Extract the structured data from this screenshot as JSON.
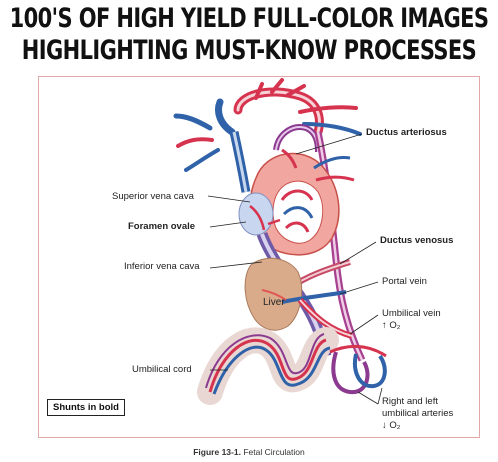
{
  "header": {
    "line1": "100'S OF HIGH YIELD FULL-COLOR IMAGES",
    "line2": "HIGHLIGHTING MUST-KNOW PROCESSES"
  },
  "diagram": {
    "labels": {
      "ductus_arteriosus": "Ductus arteriosus",
      "superior_vena_cava": "Superior vena cava",
      "foramen_ovale": "Foramen ovale",
      "ductus_venosus": "Ductus venosus",
      "inferior_vena_cava": "Inferior vena cava",
      "portal_vein": "Portal vein",
      "liver": "Liver",
      "umbilical_vein": "Umbilical vein",
      "umbilical_vein_o2": "↑ O₂",
      "umbilical_cord": "Umbilical cord",
      "umbilical_arteries_1": "Right and left",
      "umbilical_arteries_2": "umbilical arteries",
      "umbilical_arteries_o2": "↓ O₂"
    },
    "legend": "Shunts in bold",
    "colors": {
      "oxygenated": "#d6334f",
      "deoxygenated": "#2f62a8",
      "mixed": "#8b3a8f",
      "liver": "#d9ab8b",
      "heart": "#f2a6a0"
    }
  },
  "caption": {
    "figure": "Figure 13-1.",
    "title": "Fetal Circulation"
  }
}
